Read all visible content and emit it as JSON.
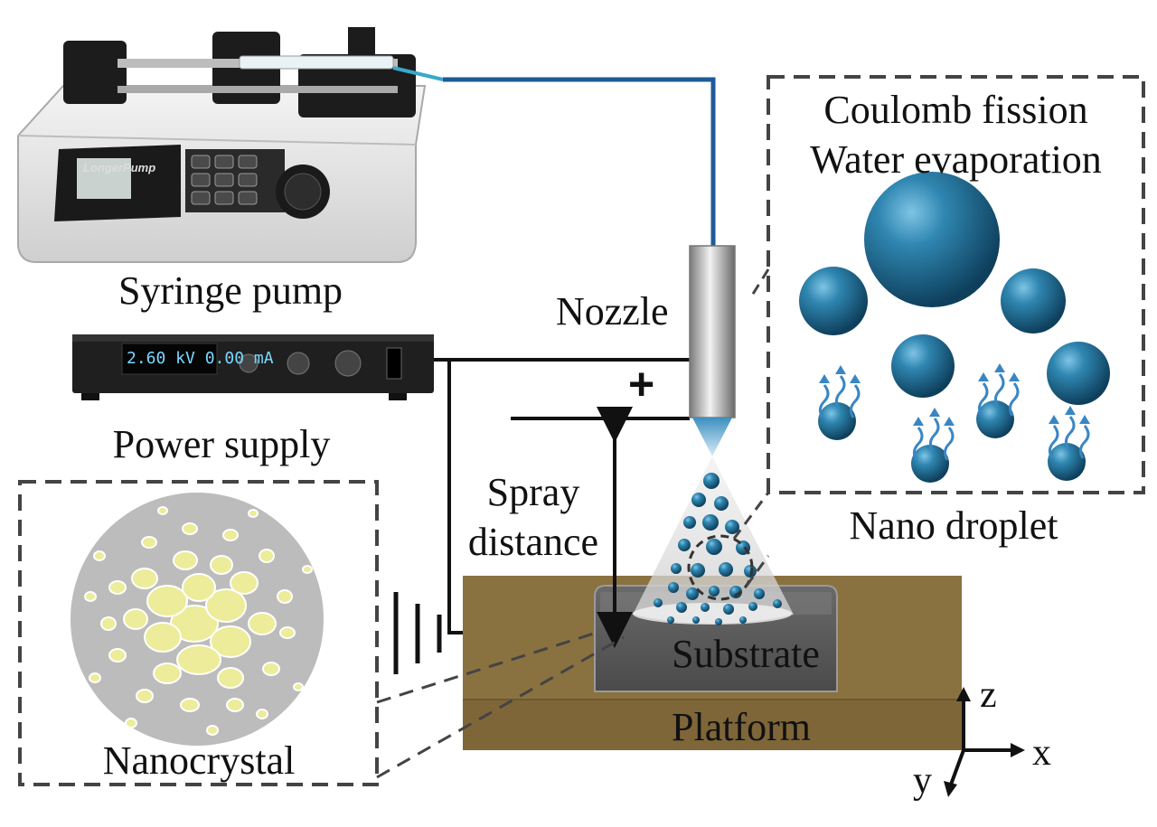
{
  "labels": {
    "syringe_pump": "Syringe pump",
    "power_supply": "Power supply",
    "nozzle": "Nozzle",
    "plus": "+",
    "spray_distance_line1": "Spray",
    "spray_distance_line2": "distance",
    "nanocrystal": "Nanocrystal",
    "coulomb_fission": "Coulomb fission",
    "water_evaporation": "Water evaporation",
    "nano_droplet": "Nano droplet",
    "substrate": "Substrate",
    "platform": "Platform",
    "axis_z": "z",
    "axis_x": "x",
    "axis_y": "y"
  },
  "devices": {
    "pump_brand": "LongerPump",
    "power_display": "2.60 kV  0.00 mA"
  },
  "colors": {
    "tube": "#1f5a96",
    "droplet": "#1e6c93",
    "platform": "#8a7140",
    "substrate": "#5a5a5a",
    "nanocrystal_bg": "#bcbcbc",
    "nanocrystal_grain": "#ecec9a"
  }
}
